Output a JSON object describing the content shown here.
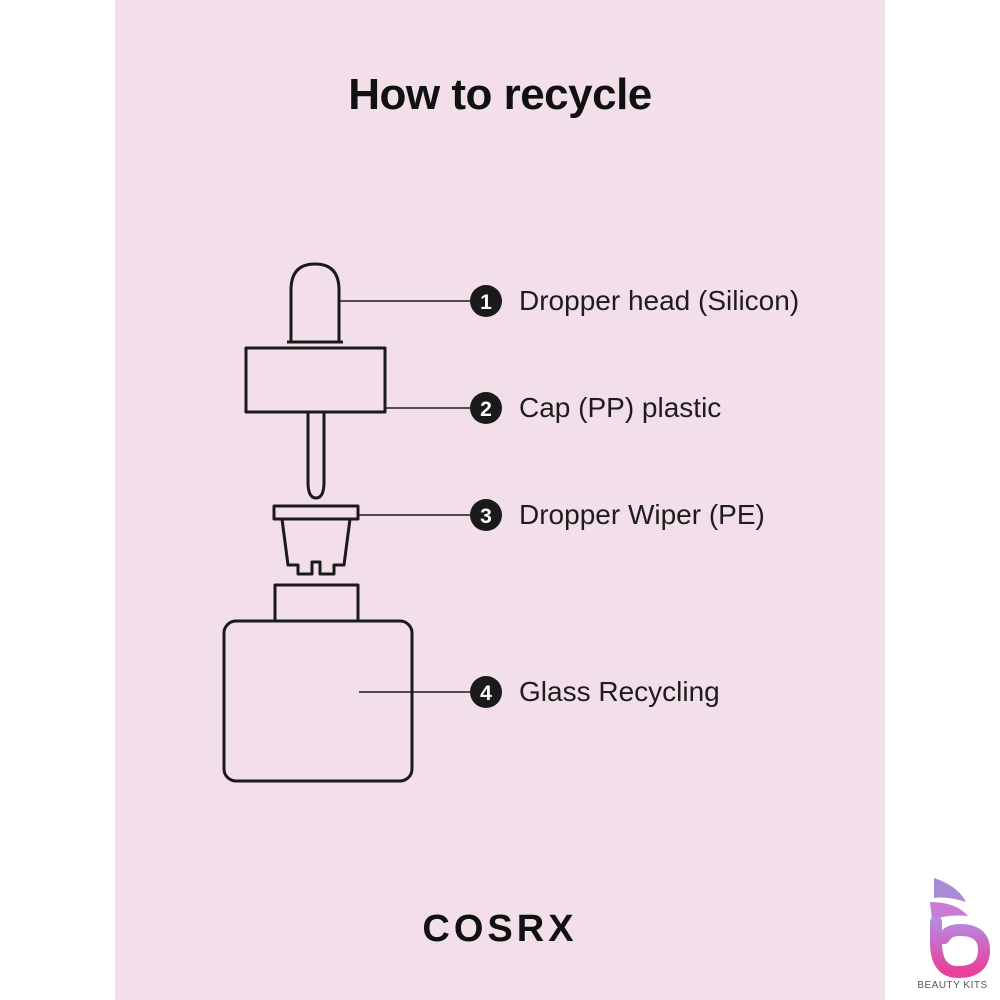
{
  "title": "How to recycle",
  "parts": [
    {
      "number": "1",
      "label": "Dropper head (Silicon)"
    },
    {
      "number": "2",
      "label": "Cap (PP) plastic"
    },
    {
      "number": "3",
      "label": "Dropper Wiper (PE)"
    },
    {
      "number": "4",
      "label": "Glass Recycling"
    }
  ],
  "brand": "COSRX",
  "watermark": {
    "text": "BEAUTY KITS"
  },
  "colors": {
    "background": "#f2dfe9",
    "stroke": "#1a1a1a",
    "marker": "#1a1a1a"
  }
}
